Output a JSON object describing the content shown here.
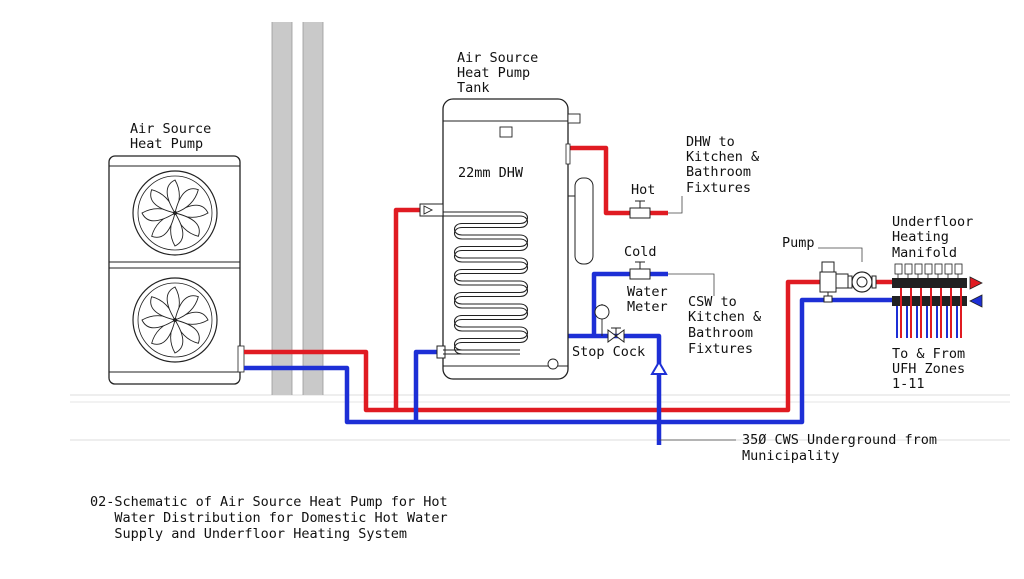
{
  "colors": {
    "hot_pipe": "#e01b22",
    "cold_pipe": "#1d2fd6",
    "outline": "#222222",
    "wall": "#c9c9c9"
  },
  "labels": {
    "heat_pump": [
      "Air Source",
      "Heat Pump"
    ],
    "tank": [
      "Air Source",
      "Heat Pump",
      "Tank"
    ],
    "coil": "22mm DHW",
    "hot": "Hot",
    "dhw": [
      "DHW to",
      "Kitchen &",
      "Bathroom",
      "Fixtures"
    ],
    "cold": "Cold",
    "water_meter": [
      "Water",
      "Meter"
    ],
    "csw": [
      "CSW to",
      "Kitchen &",
      "Bathroom",
      "Fixtures"
    ],
    "stop_cock": "Stop Cock",
    "pump": "Pump",
    "manifold": [
      "Underfloor",
      "Heating",
      "Manifold"
    ],
    "ufh_zones": [
      "To & From",
      "UFH Zones",
      "1-11"
    ],
    "cws_supply": [
      "35Ø CWS Underground from",
      "Municipality"
    ]
  },
  "caption": [
    "02-Schematic of Air Source Heat Pump for Hot",
    "   Water Distribution for Domestic Hot Water",
    "   Supply and Underfloor Heating System"
  ]
}
